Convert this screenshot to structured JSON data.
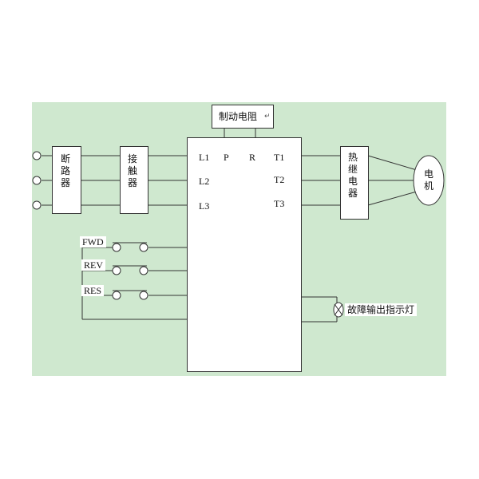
{
  "diagram": {
    "background": "#cfe8cf",
    "line_color": "#333333",
    "brake_resistor": "制动电阻",
    "breaker": [
      "断",
      "路",
      "器"
    ],
    "contactor": [
      "接",
      "触",
      "器"
    ],
    "thermal_relay": [
      "热",
      "继",
      "电",
      "器"
    ],
    "motor": [
      "电",
      "机"
    ],
    "inverter_terminals": {
      "l1": "L1",
      "l2": "L2",
      "l3": "L3",
      "p": "P",
      "r": "R",
      "t1": "T1",
      "t2": "T2",
      "t3": "T3"
    },
    "control_inputs": [
      "FWD",
      "REV",
      "RES"
    ],
    "fault_lamp": "故障输出指示灯",
    "paragraph_mark": "↵"
  }
}
